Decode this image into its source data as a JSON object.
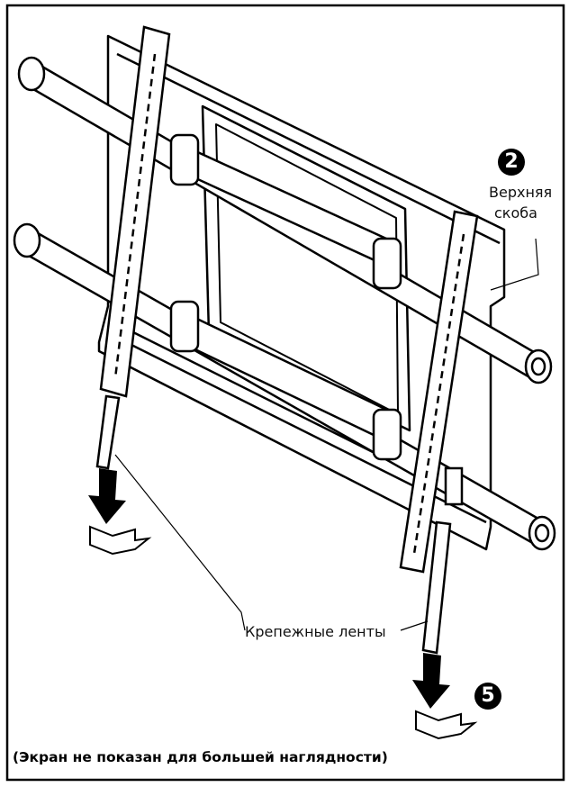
{
  "labels": {
    "upper_bracket_line1": "Верхняя",
    "upper_bracket_line2": "скоба",
    "mounting_straps": "Крепежные ленты"
  },
  "badges": {
    "step_upper": "2",
    "step_lower": "5"
  },
  "caption": "(Экран не показан для большей наглядности)"
}
